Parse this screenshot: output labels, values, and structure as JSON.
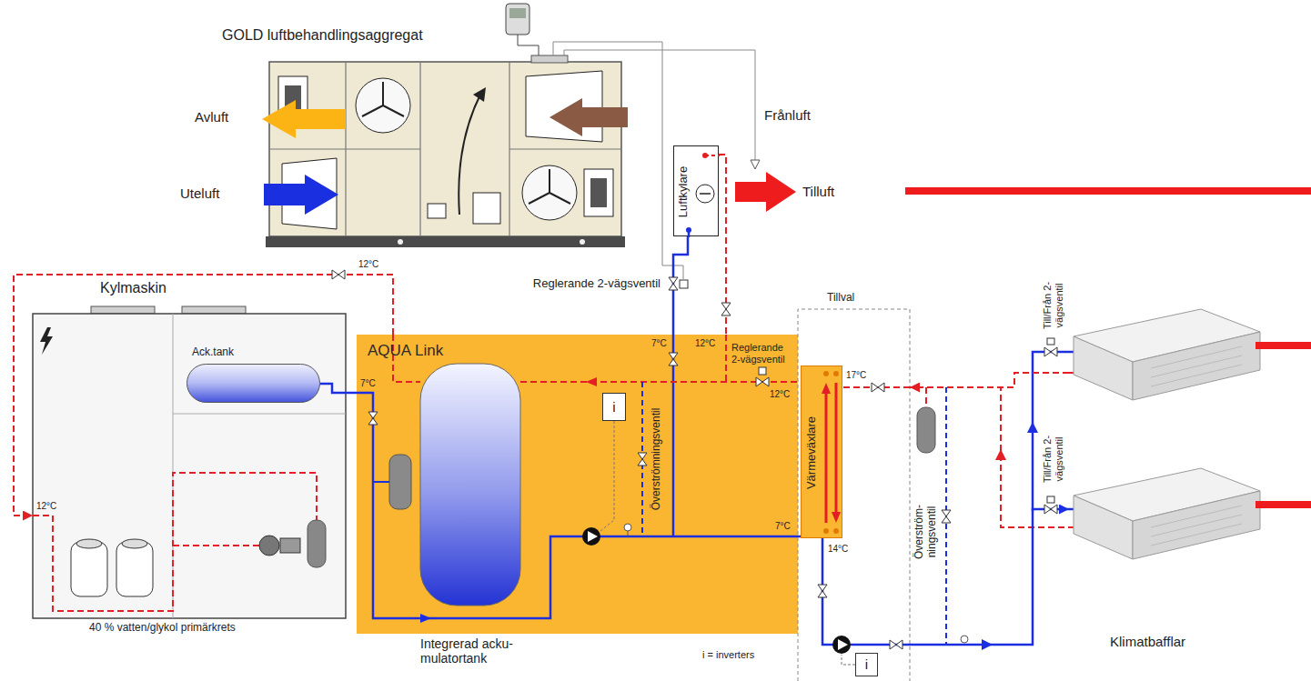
{
  "diagram": {
    "nodes": [
      {
        "text": [
          "GOLD luftbehandlingsaggregat"
        ]
      },
      {
        "text": [
          "Luftkylare"
        ]
      },
      {
        "text": [
          "AQUA Link"
        ]
      },
      {
        "text": [
          "i"
        ],
        "in": 2
      },
      {
        "text": [
          "Kylmaskin",
          "40 % vatten/glykol primärkrets"
        ]
      },
      {
        "text": [
          "Ack.tank"
        ],
        "in": 4
      },
      {
        "text": [
          "Tillval"
        ]
      },
      {
        "text": [
          "Värmeväxlare"
        ]
      },
      {
        "text": [
          "i"
        ],
        "in": 6
      },
      {
        "text": [
          "Klimatbafflar"
        ]
      }
    ],
    "edges": [
      {
        "from": 2,
        "to": 1,
        "arrow": "none"
      },
      {
        "from": 1,
        "to": 2,
        "arrow": "none"
      },
      {
        "from": 2,
        "to": 4,
        "arrow": "to"
      },
      {
        "from": 4,
        "to": 2,
        "arrow": "none"
      },
      {
        "from": 6,
        "to": 9,
        "arrow": "to"
      },
      {
        "from": 9,
        "to": 6,
        "arrow": "to"
      }
    ],
    "labels": [
      "Avluft",
      "Uteluft",
      "Frånluft",
      "Tilluft",
      "Reglerande 2-vägsventil",
      "12°C",
      "7°C",
      "12°C",
      "7°C",
      "12°C",
      "Reglerande 2-vägsventil",
      "Överströmningsventil",
      "12°C",
      "17°C",
      "7°C",
      "14°C",
      "Överström- ningsventil",
      "Till/Från 2-vägsventil",
      "Till/Från 2-vägsventil",
      "Integrerad acku- mulatortank",
      "i = inverters"
    ]
  }
}
